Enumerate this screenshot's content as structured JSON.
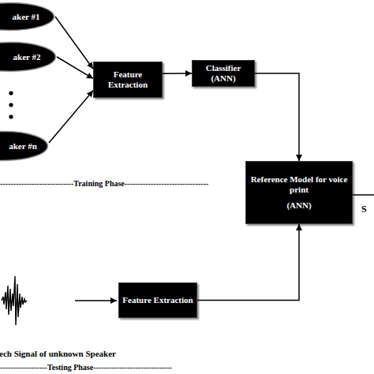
{
  "diagram": {
    "nodes": [
      {
        "text": [
          "aker #1"
        ]
      },
      {
        "text": [
          "aker #2"
        ]
      },
      {
        "text": [
          "aker #n"
        ]
      },
      {
        "text": [
          "Feature Extraction"
        ]
      },
      {
        "text": [
          "Classifier (ANN)"
        ]
      },
      {
        "text": [
          "Reference Model for voice print",
          "(ANN)"
        ]
      },
      {
        "text": [
          "Feature Extraction"
        ]
      }
    ],
    "edges": [
      {
        "from": 0,
        "to": 3,
        "arrow": "to"
      },
      {
        "from": 1,
        "to": 3,
        "arrow": "to"
      },
      {
        "from": 2,
        "to": 3,
        "arrow": "to"
      },
      {
        "from": 3,
        "to": 4,
        "arrow": "to"
      },
      {
        "from": 4,
        "to": 5,
        "arrow": "to"
      },
      {
        "from": 6,
        "to": 5,
        "arrow": "to"
      }
    ],
    "labels": [
      "----------------------------Training Phase--------------------------------",
      "S",
      "ech Signal of unknown Speaker",
      "------------------Testing Phase------------------------------"
    ]
  }
}
